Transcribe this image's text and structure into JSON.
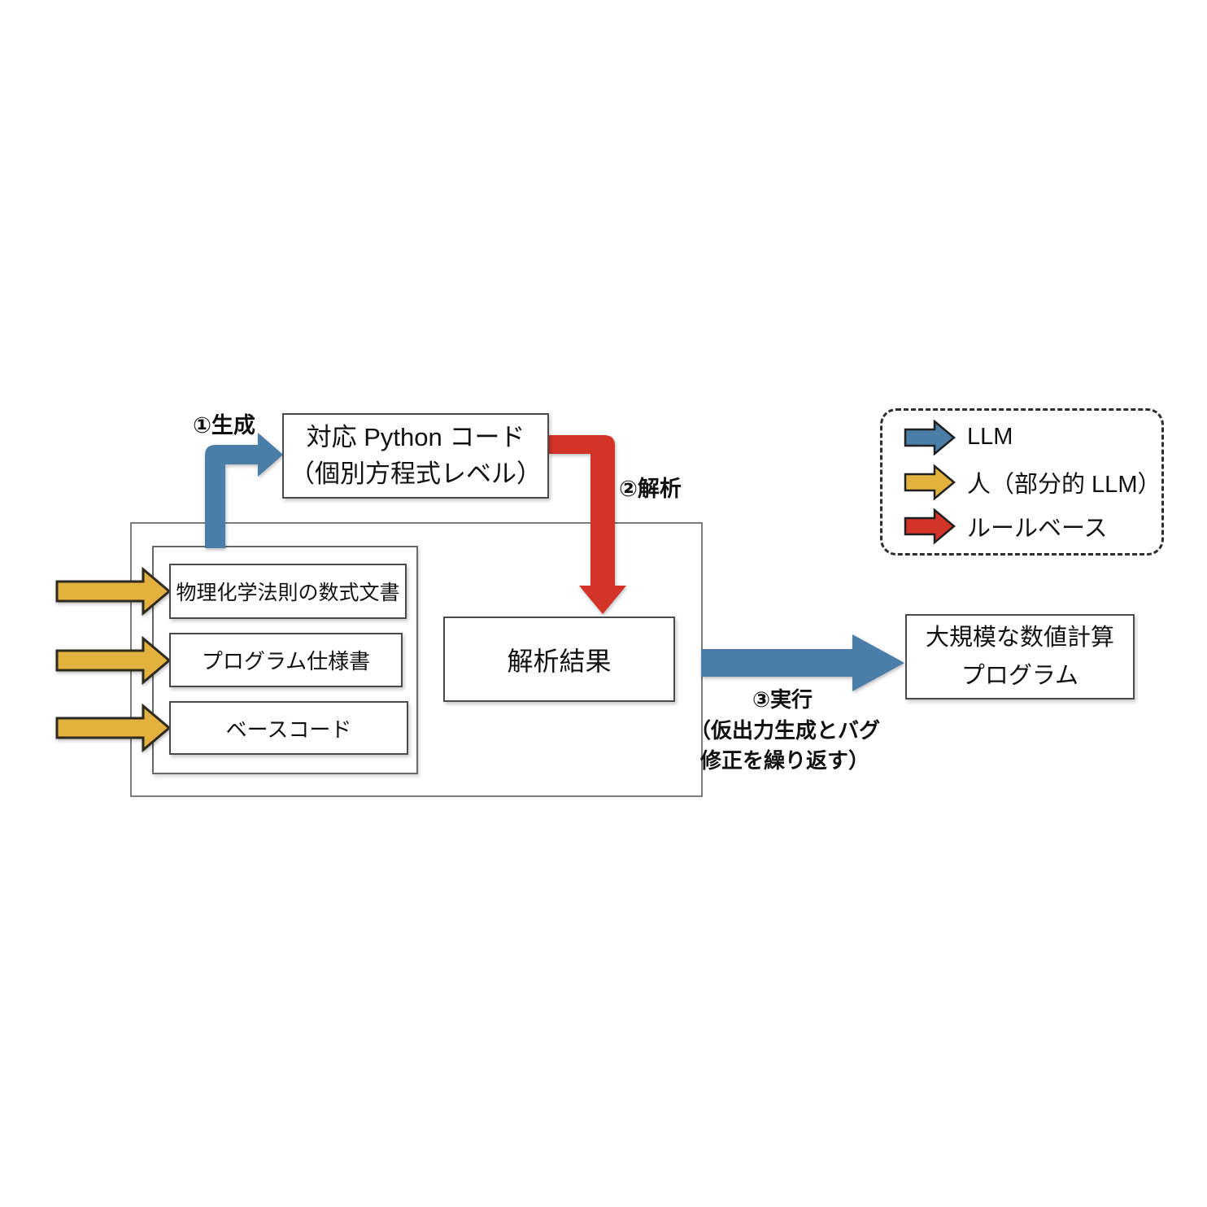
{
  "colors": {
    "llm_blue": "#4A7EA9",
    "human_yellow": "#E3B13E",
    "human_yellow_border": "#2E2A1F",
    "rule_red": "#D23428",
    "legend_outline": "#1F1F1F"
  },
  "nodes": {
    "python_code": {
      "line1": "対応 Python コード",
      "line2": "（個別方程式レベル）"
    },
    "inputs": {
      "physics_doc": "物理化学法則の数式文書",
      "program_spec": "プログラム仕様書",
      "base_code": "ベースコード"
    },
    "analysis_result": "解析結果",
    "large_program": {
      "line1": "大規模な数値計算",
      "line2": "プログラム"
    }
  },
  "labels": {
    "step1": "①生成",
    "step2": "②解析",
    "step3": "③実行",
    "step3_note_line1": "（仮出力生成とバグ",
    "step3_note_line2": "修正を繰り返す）"
  },
  "legend": {
    "items": [
      {
        "icon": "blue-arrow-icon",
        "label": "LLM"
      },
      {
        "icon": "yellow-arrow-icon",
        "label": "人（部分的 LLM）"
      },
      {
        "icon": "red-arrow-icon",
        "label": "ルールベース"
      }
    ]
  }
}
